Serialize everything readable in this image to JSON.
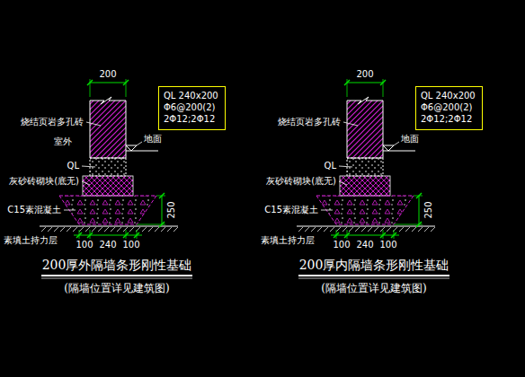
{
  "diagram": {
    "nodes": [
      {
        "text": [
          "QL 240x200",
          "Φ6@200(2)",
          "2Φ12;2Φ12"
        ]
      },
      {
        "text": [
          "QL 240x200",
          "Φ6@200(2)",
          "2Φ12;2Φ12"
        ]
      }
    ],
    "labels": [
      "200",
      "烧结页岩多孔砖",
      "室外",
      "地面",
      "QL",
      "灰砂砖砌块(底无)",
      "C15素混凝土",
      "250",
      "素填土持力层",
      "100",
      "240",
      "100",
      "200厚外隔墙条形刚性基础",
      "(隔墙位置详见建筑图)",
      "200",
      "烧结页岩多孔砖",
      "地面",
      "QL",
      "灰砂砖砌块(底无)",
      "C15素混凝土",
      "250",
      "素填土持力层",
      "100",
      "240",
      "100",
      "200厚内隔墙条形刚性基础",
      "(隔墙位置详见建筑图)"
    ]
  }
}
